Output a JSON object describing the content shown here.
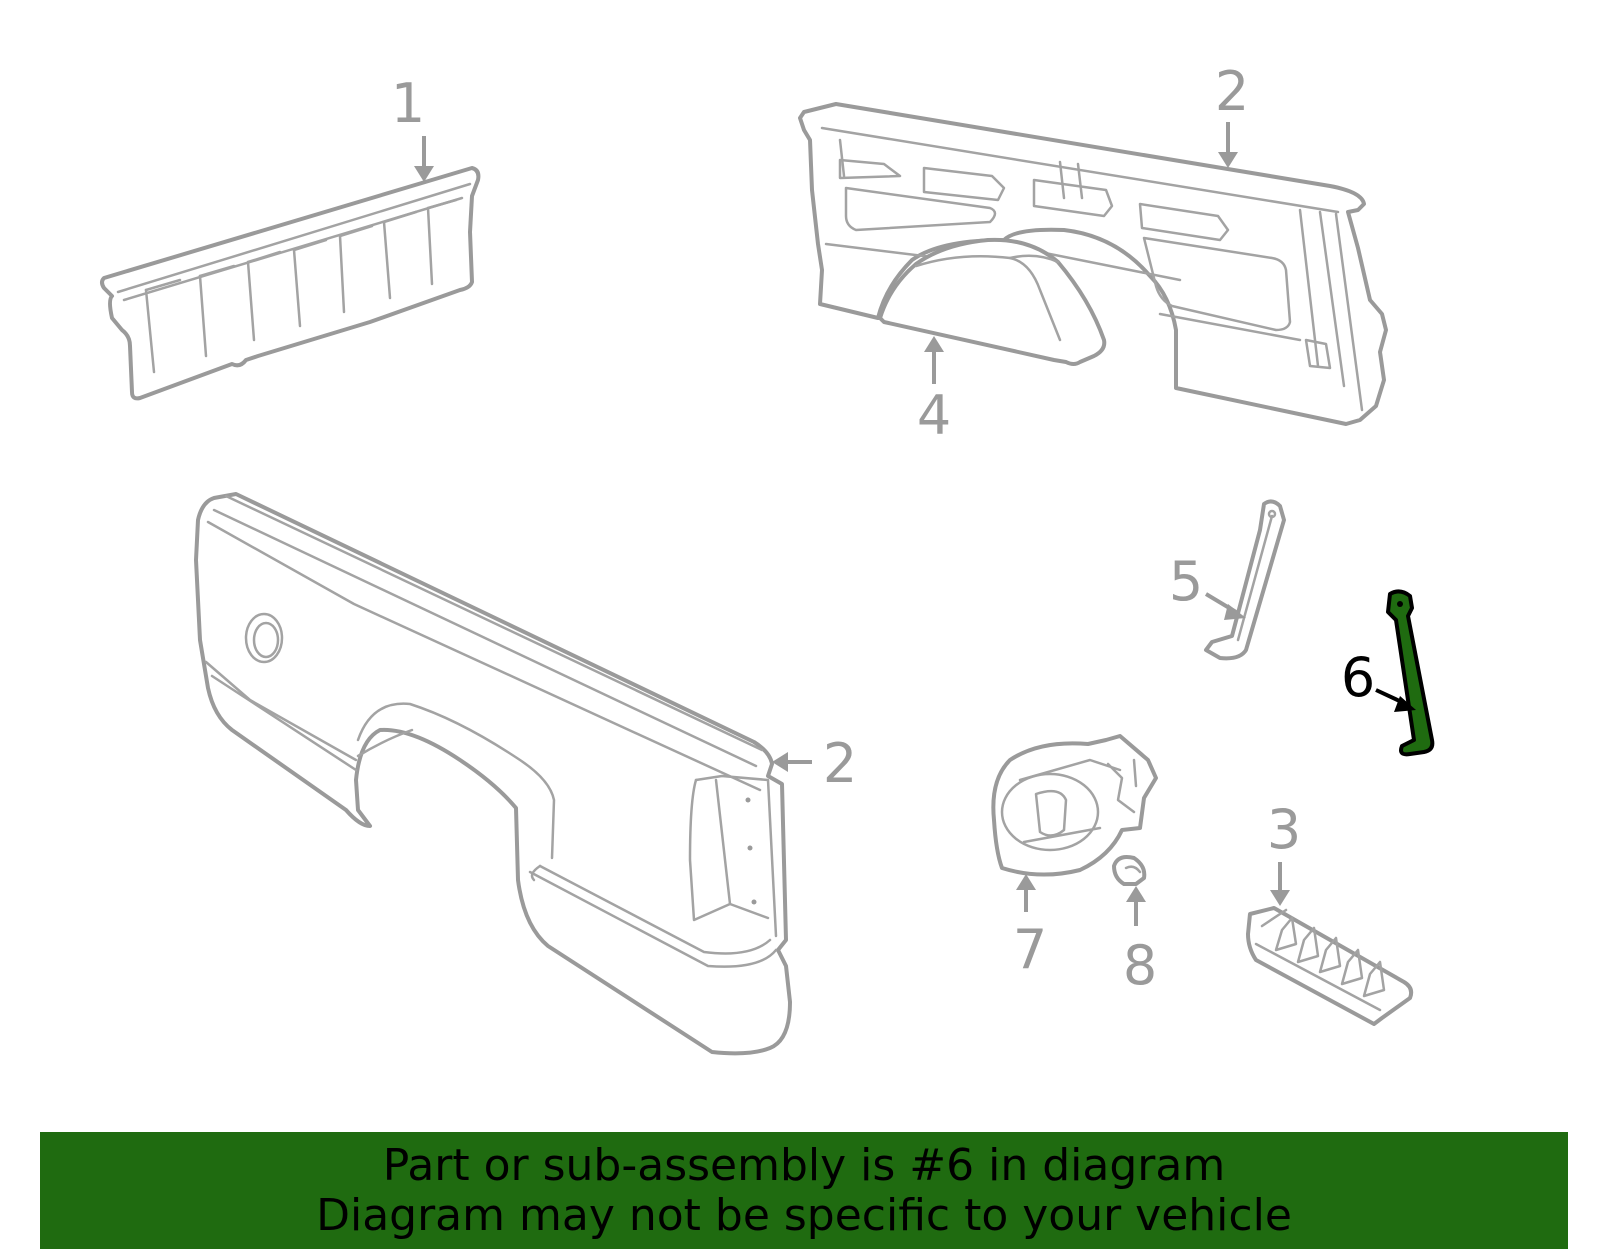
{
  "colors": {
    "highlight": "#1f6b10",
    "banner_bg": "#1f6b10",
    "line_art": "#9a9a9a",
    "callout_highlight": "#000000"
  },
  "callouts": {
    "c1": "1",
    "c2_top": "2",
    "c2_side": "2",
    "c3": "3",
    "c4": "4",
    "c5": "5",
    "c6": "6",
    "c7": "7",
    "c8": "8"
  },
  "banner": {
    "line1": "Part or sub-assembly is #6 in diagram",
    "line2": "Diagram may not be specific to your vehicle"
  }
}
